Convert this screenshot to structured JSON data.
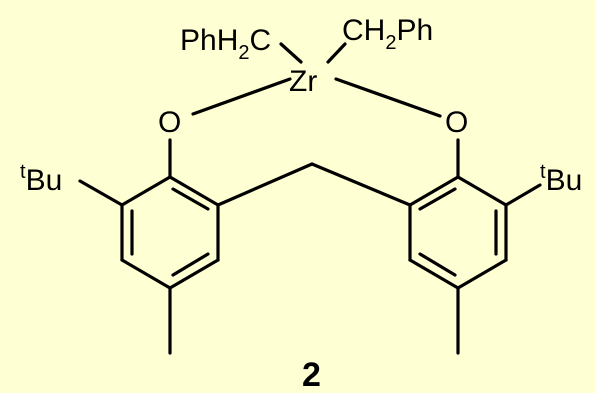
{
  "structure": {
    "left_benzyl": {
      "main": "PhH",
      "sub": "2",
      "tail": "C"
    },
    "right_benzyl": {
      "main": "CH",
      "sub": "2",
      "tail": "Ph"
    },
    "metal": "Zr",
    "oxygen_left": "O",
    "oxygen_right": "O",
    "tbu_left": {
      "sup": "t",
      "main": "Bu"
    },
    "tbu_right": {
      "sup": "t",
      "main": "Bu"
    },
    "compound_number": "2"
  },
  "colors": {
    "background": "#FFFFD4",
    "ink": "#000000"
  }
}
